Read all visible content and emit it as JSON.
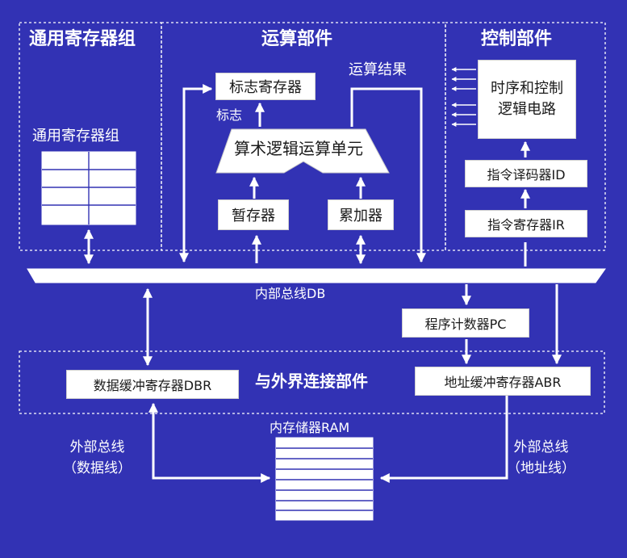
{
  "colors": {
    "background": "#3232b4",
    "foreground": "#ffffff",
    "box_text": "#1a1a1a"
  },
  "sections": {
    "registers": "通用寄存器组",
    "alu": "运算部件",
    "control": "控制部件",
    "external": "与外界连接部件"
  },
  "registers": {
    "group_label": "通用寄存器组",
    "table_rows": 4,
    "table_cols": 2
  },
  "alu": {
    "flag_register": "标志寄存器",
    "flag": "标志",
    "result": "运算结果",
    "unit": "算术逻辑运算单元",
    "temp_register": "暂存器",
    "accumulator": "累加器"
  },
  "control": {
    "timing_logic": "时序和控制\n逻辑电路",
    "decoder": "指令译码器ID",
    "ir": "指令寄存器IR"
  },
  "bus": {
    "internal": "内部总线DB"
  },
  "pc": "程序计数器PC",
  "external": {
    "dbr": "数据缓冲寄存器DBR",
    "abr": "地址缓冲寄存器ABR",
    "ram": "内存储器RAM",
    "bus_data": "外部总线\n（数据线）",
    "bus_address": "外部总线\n（地址线）"
  }
}
